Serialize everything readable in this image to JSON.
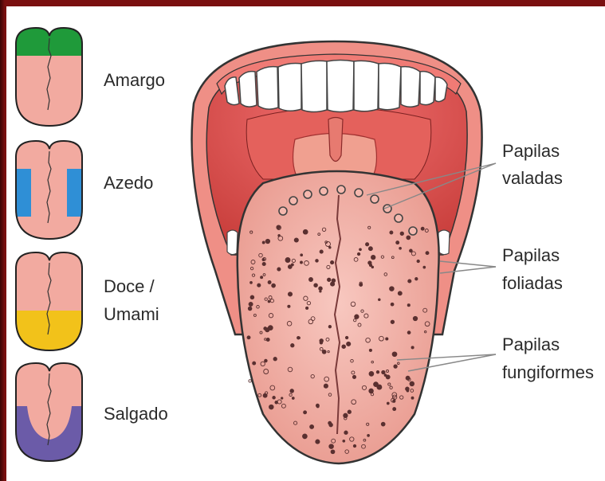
{
  "taste_maps": [
    {
      "label": "Amargo",
      "region": "back",
      "color": "#1f9a3a"
    },
    {
      "label": "Azedo",
      "region": "sides",
      "color": "#2f8fd6"
    },
    {
      "label": "Doce / Umami",
      "label_line1": "Doce /",
      "label_line2": "Umami",
      "region": "tip",
      "color": "#f2c21a"
    },
    {
      "label": "Salgado",
      "region": "edges-front",
      "color": "#6b5ba8"
    }
  ],
  "anatomy_labels": {
    "valadas_line1": "Papilas",
    "valadas_line2": "valadas",
    "foliadas_line1": "Papilas",
    "foliadas_line2": "foliadas",
    "fungiformes_line1": "Papilas",
    "fungiformes_line2": "fungiformes"
  },
  "colors": {
    "frame": "#7a1010",
    "tongue": "#f2aaa0",
    "mouth": "#d9534f",
    "teeth": "#ffffff"
  }
}
